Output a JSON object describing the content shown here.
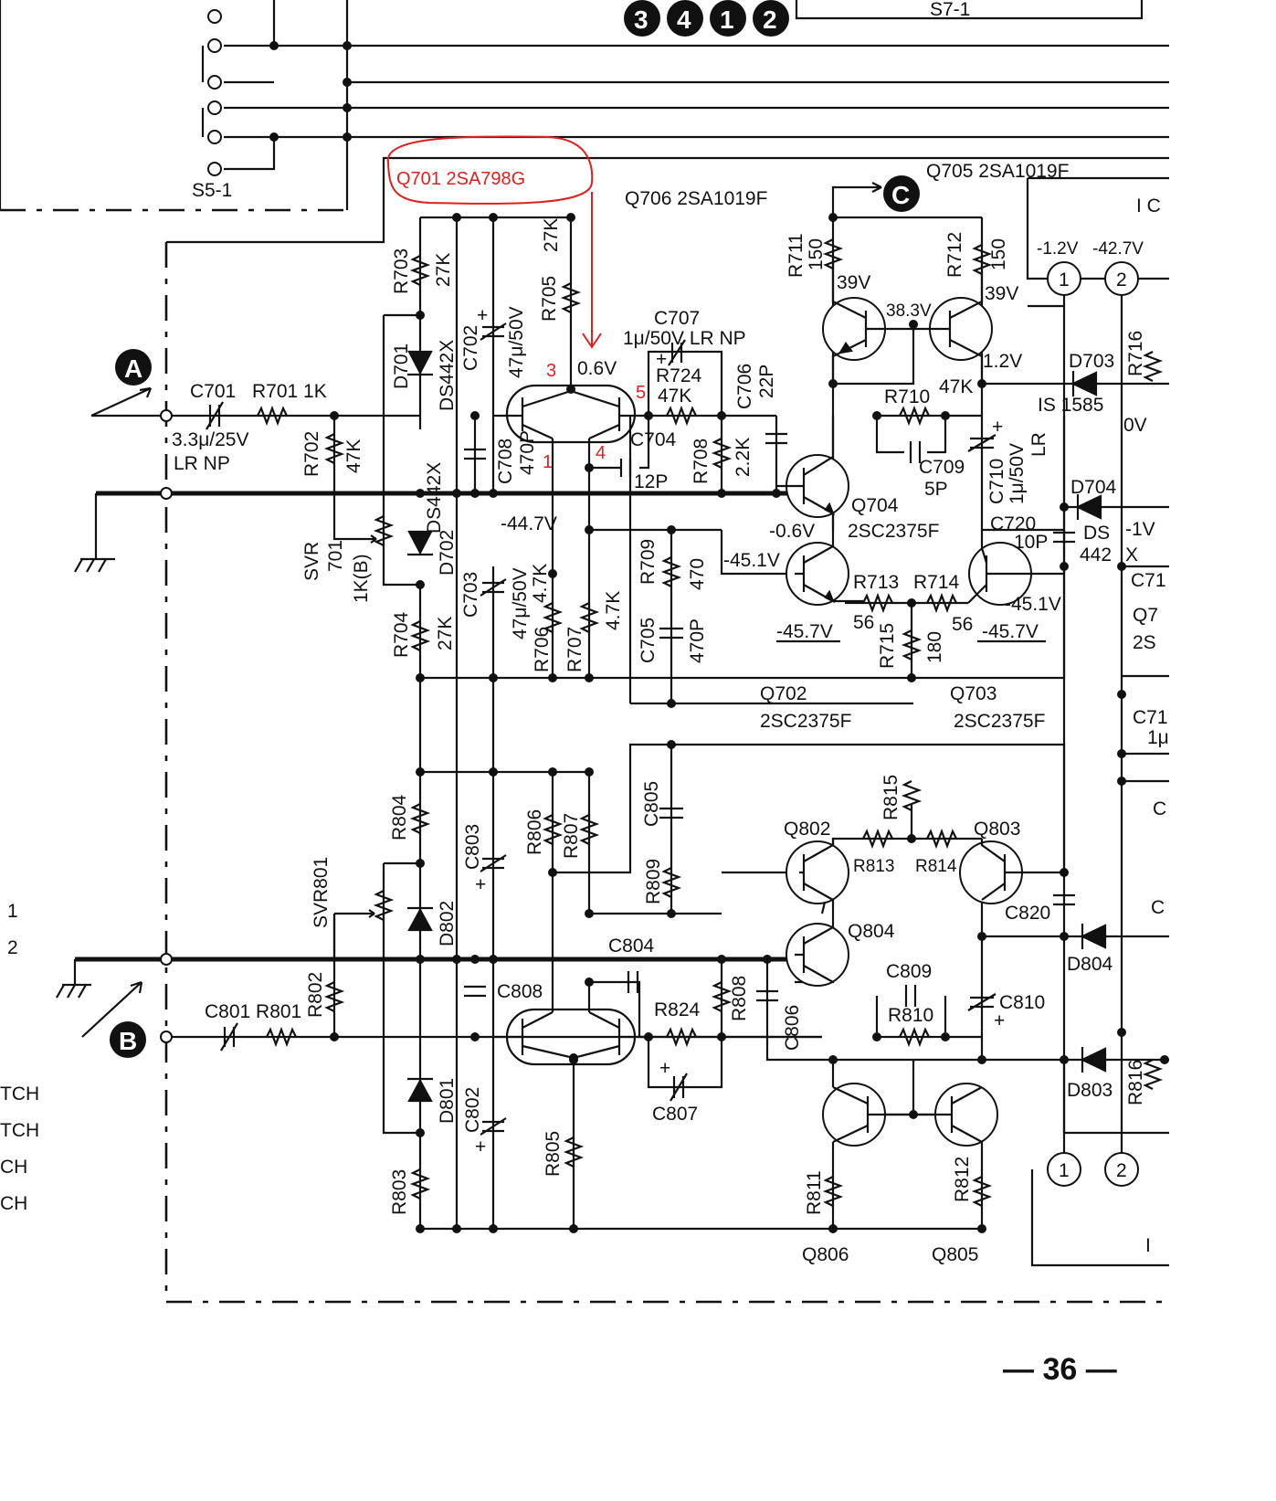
{
  "switches": {
    "s5": "S5-1",
    "s7": "S7-1",
    "badges": [
      "3",
      "4",
      "1",
      "2"
    ]
  },
  "connectors": {
    "a": "A",
    "b": "B",
    "c": "C"
  },
  "annotation": {
    "text": "Q701 2SA798G",
    "pins": [
      "3",
      "5",
      "1",
      "4"
    ],
    "color": "#e0201e"
  },
  "transistors": {
    "q706": "Q706  2SA1019F",
    "q705": "Q705 2SA1019F",
    "q704": [
      "Q704",
      "2SC2375F"
    ],
    "q702": [
      "Q702",
      "2SC2375F"
    ],
    "q703": [
      "Q703",
      "2SC2375F"
    ],
    "q802": "Q802",
    "q803": "Q803",
    "q804": "Q804",
    "q805": "Q805",
    "q806": "Q806",
    "q7_partial": [
      "Q7",
      "2S"
    ],
    "ic_partial": [
      "I C",
      "I"
    ]
  },
  "resistors": {
    "r701": "R701  1K",
    "r702": [
      "R702",
      "47K"
    ],
    "r703": [
      "R703",
      "27K"
    ],
    "r704": [
      "R704",
      "27K"
    ],
    "r705": [
      "R705",
      "27K"
    ],
    "r706": [
      "4.7K",
      "R706"
    ],
    "r707": [
      "R707",
      "4.7K"
    ],
    "r708": [
      "R708",
      "2.2K"
    ],
    "r709": [
      "R709",
      "470"
    ],
    "r710": "R710",
    "r710v": "47K",
    "r711": [
      "R711",
      "150"
    ],
    "r712": [
      "R712",
      "150"
    ],
    "r713": "R713",
    "r713v": "56",
    "r714": "R714",
    "r714v": "56",
    "r715": [
      "R715",
      "180"
    ],
    "r716": "R716",
    "r724": [
      "R724",
      "47K"
    ],
    "r801": "C801  R801",
    "r802": "R802",
    "r803": "R803",
    "r804": "R804",
    "r805": "R805",
    "r806": "R806",
    "r807": "R807",
    "r808": "R808",
    "r809": "R809",
    "r810": "R810",
    "r811": "R811",
    "r812": "R812",
    "r813": "R813",
    "r814": "R814",
    "r815": "R815",
    "r816": "R816",
    "r824": "R824"
  },
  "capacitors": {
    "c701": [
      "C701",
      "3.3μ/25V",
      "LR NP"
    ],
    "c702": "C702",
    "c702v": "47μ/50V",
    "c703": "C703",
    "c703v": [
      "47μ/50V",
      "4.7K"
    ],
    "c704": "C704",
    "c704v": "12P",
    "c705": [
      "C705",
      "470P"
    ],
    "c706": [
      "C706",
      "22P"
    ],
    "c707": [
      "C707",
      "1μ/50V  LR NP"
    ],
    "c708": [
      "C708",
      "470P"
    ],
    "c709": [
      "C709",
      "5P"
    ],
    "c710": [
      "C710",
      "1μ/50V",
      "LR"
    ],
    "c711": "C71",
    "c712": [
      "C71",
      "1μ"
    ],
    "c713": "C",
    "c720": [
      "C720",
      "10P"
    ],
    "c802": "C802",
    "c803": "C803",
    "c804": "C804",
    "c805": "C805",
    "c806": "C806",
    "c807": "C807",
    "c808": "C808",
    "c809": "C809",
    "c810": "C810",
    "c820": "C820",
    "c8xx": "C"
  },
  "diodes": {
    "d701": "D701",
    "d701t": "DS442X",
    "d702": "D702",
    "d702t": "DS442X",
    "d703": "D703",
    "d703t": "IS 1585",
    "d704": "D704",
    "d704t": [
      "DS",
      "442",
      "X"
    ],
    "d801": "D801",
    "d802": "D802",
    "d803": "D803",
    "d804": "D804"
  },
  "trimmers": {
    "svr701": [
      "SVR",
      "701",
      "1K(B)"
    ],
    "svr801": "SVR801"
  },
  "voltages": {
    "v06a": "0.6V",
    "v39a": "39V",
    "v39b": "39V",
    "v383": "38.3V",
    "v12": "1.2V",
    "v447": "-44.7V",
    "v451": "-45.1V",
    "v451b": "-45.1V",
    "v06b": "-0.6V",
    "v457a": "-45.7V",
    "v457b": "-45.7V",
    "vic1": "-1.2V",
    "vic2": "-42.7V",
    "v0v": "0V",
    "v1v": "-1V"
  },
  "ic_pins": [
    "1",
    "2"
  ],
  "left_margin": [
    "1",
    "2",
    "TCH",
    "TCH",
    "CH",
    "CH"
  ],
  "page_number": "— 36 —"
}
